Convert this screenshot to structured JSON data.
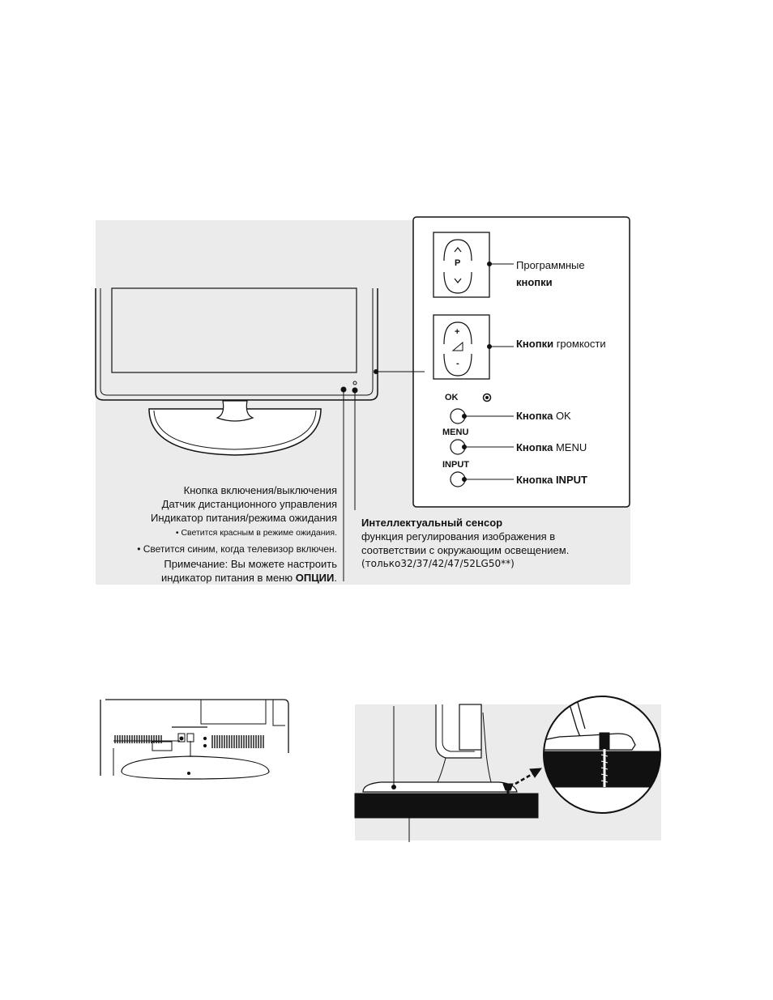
{
  "panel": {
    "program_button_letter": "P",
    "vol_plus": "+",
    "vol_minus": "-",
    "program_label_1": "Программные",
    "program_label_2": "кнопки",
    "volume_label_bold": "Кнопки",
    "volume_label_rest": " громкости",
    "ok_caption": "OK",
    "ok_label_bold": "Кнопка",
    "ok_label_rest": " OK",
    "menu_caption": "MENU",
    "menu_label_bold": "Кнопка",
    "menu_label_rest": " MENU",
    "input_caption": "INPUT",
    "input_label_bold": "Кнопка",
    "input_label_rest": " INPUT"
  },
  "left_notes": {
    "line1": "Кнопка включения/выключения",
    "line2": "Датчик дистанционного управления",
    "line3": "Индикатор питания/режима ожидания",
    "line4": "• Светится красным в режиме ожидания.",
    "line5": "• Светится синим, когда телевизор включен.",
    "line6": "Примечание: Вы можете настроить",
    "line7_prefix": "индикатор питания в меню ",
    "line7_bold": "ОПЦИИ",
    "line7_suffix": "."
  },
  "sensor": {
    "title": "Интеллектуальный сенсор",
    "line1": "функция регулирования изображения в",
    "line2": "соответствии с окружающим освещением.",
    "line3": "(только32/37/42/47/52LG50**)"
  },
  "colors": {
    "shade": "#ebebeb",
    "ink": "#111111"
  }
}
